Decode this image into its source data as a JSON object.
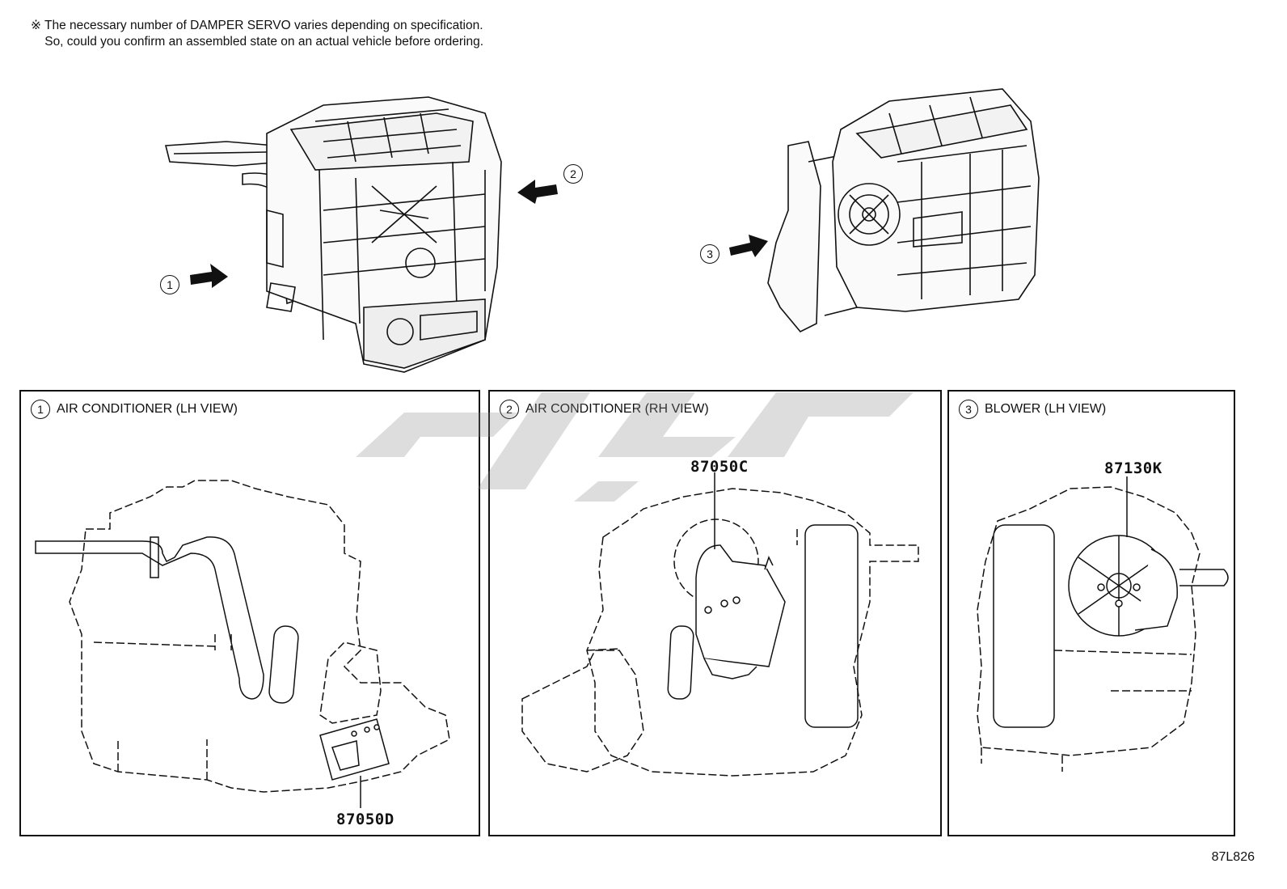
{
  "note": {
    "line1": "※ The necessary number of DAMPER SERVO varies depending on specification.",
    "line2": "    So, could you confirm an assembled state on an actual vehicle before ordering."
  },
  "callouts": [
    "1",
    "2",
    "3"
  ],
  "panels": [
    {
      "num": "1",
      "title": "AIR CONDITIONER (LH VIEW)",
      "part": "87050D"
    },
    {
      "num": "2",
      "title": "AIR CONDITIONER (RH VIEW)",
      "part": "87050C"
    },
    {
      "num": "3",
      "title": "BLOWER (LH VIEW)",
      "part": "87130K"
    }
  ],
  "diagram_code": "87L826"
}
